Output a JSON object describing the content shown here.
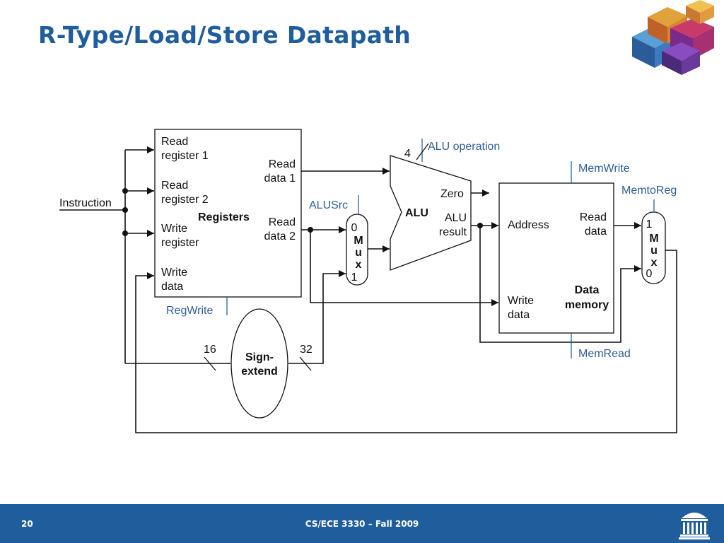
{
  "slide": {
    "title": "R-Type/Load/Store Datapath",
    "page_number": "20",
    "course": "CS/ECE 3330 – Fall 2009"
  },
  "diagram": {
    "instruction": "Instruction",
    "registers": {
      "read_register_1": [
        "Read",
        "register 1"
      ],
      "read_register_2": [
        "Read",
        "register 2"
      ],
      "write_register": [
        "Write",
        "register"
      ],
      "write_data": [
        "Write",
        "data"
      ],
      "name": "Registers",
      "read_data_1": [
        "Read",
        "data 1"
      ],
      "read_data_2": [
        "Read",
        "data 2"
      ]
    },
    "control": {
      "reg_write": "RegWrite",
      "alu_src": "ALUSrc",
      "alu_operation": "ALU operation",
      "alu_op_width": "4",
      "mem_write": "MemWrite",
      "mem_to_reg": "MemtoReg",
      "mem_read": "MemRead"
    },
    "alu_mux": {
      "in0": "0",
      "letters": [
        "M",
        "u",
        "x"
      ],
      "in1": "1"
    },
    "alu": {
      "name": "ALU",
      "zero": "Zero",
      "result": [
        "ALU",
        "result"
      ]
    },
    "data_memory": {
      "address": "Address",
      "read_data": [
        "Read",
        "data"
      ],
      "write_data": [
        "Write",
        "data"
      ],
      "name": [
        "Data",
        "memory"
      ]
    },
    "wb_mux": {
      "in1": "1",
      "letters": [
        "M",
        "u",
        "x"
      ],
      "in0": "0"
    },
    "sign_extend": {
      "name": [
        "Sign-",
        "extend"
      ],
      "in_width": "16",
      "out_width": "32"
    }
  }
}
